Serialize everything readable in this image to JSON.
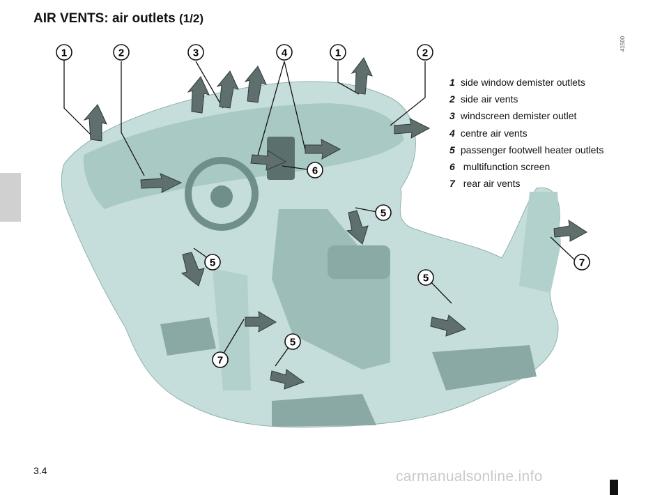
{
  "page": {
    "title": "AIR VENTS: air outlets",
    "title_part": "(1/2)",
    "page_number": "3.4",
    "figure_code": "41500",
    "watermark": "carmanualsonline.info"
  },
  "legend": [
    {
      "num": "1",
      "label": "side window demister outlets"
    },
    {
      "num": "2",
      "label": "side air vents"
    },
    {
      "num": "3",
      "label": "windscreen demister outlet"
    },
    {
      "num": "4",
      "label": "centre air vents"
    },
    {
      "num": "5",
      "label": "passenger footwell heater outlets"
    },
    {
      "num": "6",
      "label": " multifunction screen"
    },
    {
      "num": "7",
      "label": " rear air vents"
    }
  ],
  "callouts": {
    "c1a": "1",
    "c2a": "2",
    "c3": "3",
    "c4": "4",
    "c1b": "1",
    "c2b": "2",
    "c6": "6",
    "c5a": "5",
    "c5b": "5",
    "c5c": "5",
    "c5d": "5",
    "c7a": "7",
    "c7b": "7"
  },
  "colors": {
    "illustration_fill": "#c6dedb",
    "illustration_shade": "#9dbdb9",
    "arrow_fill": "#5f6f6d",
    "side_tab": "#d0d0d0"
  }
}
